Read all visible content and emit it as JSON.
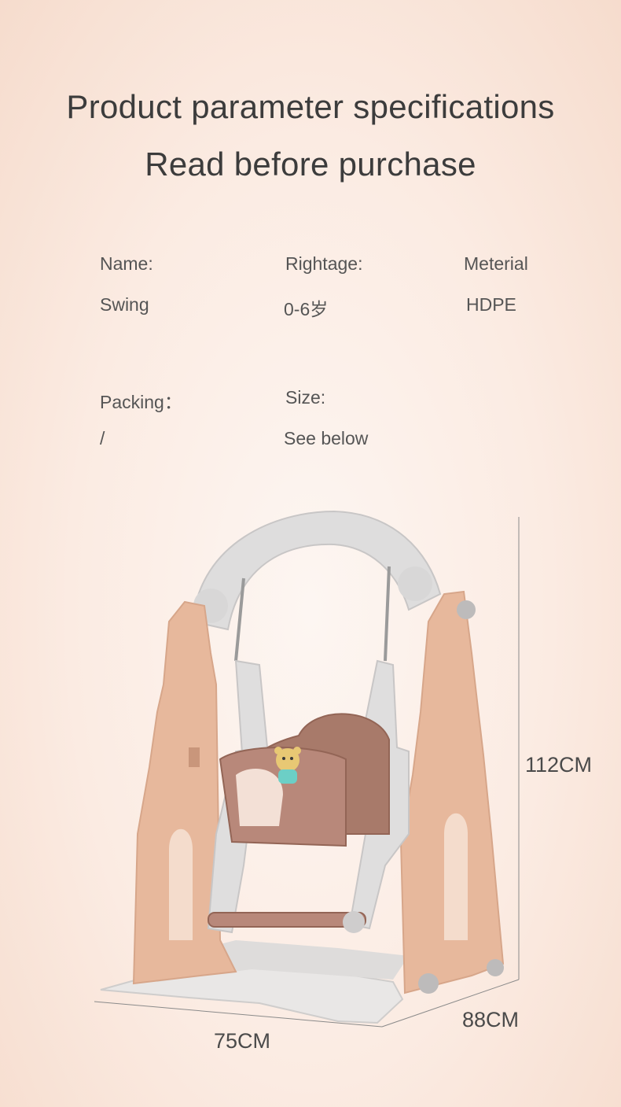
{
  "heading": {
    "line1": "Product parameter specifications",
    "line2": "Read before purchase"
  },
  "specs": {
    "name_label": "Name:",
    "name_value": "Swing",
    "rightage_label": "Rightage:",
    "rightage_value": "0-6岁",
    "material_label": "Meterial",
    "material_value": "HDPE",
    "packing_label": "Packing：",
    "packing_value": "/",
    "size_label": "Size:",
    "size_value": "See below"
  },
  "dimensions": {
    "height": "112CM",
    "depth": "88CM",
    "width": "75CM"
  },
  "colors": {
    "frame_peach": "#e7b89c",
    "frame_gray": "#dcdcdc",
    "seat_brown": "#a87a6a",
    "bear_yellow": "#e8c874",
    "bear_teal": "#6ccfc6"
  }
}
